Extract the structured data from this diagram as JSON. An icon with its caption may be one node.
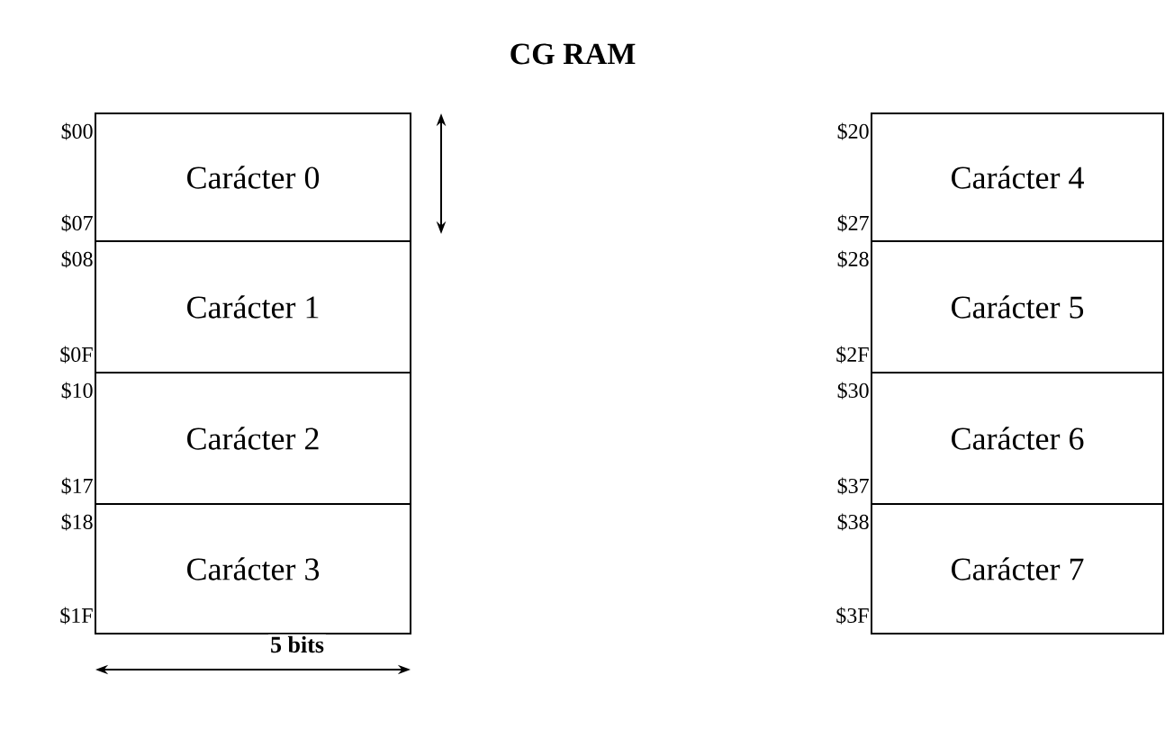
{
  "diagram": {
    "title": "CG RAM",
    "nodes": [
      {
        "text": [
          "Carácter 0"
        ],
        "beside": [
          "$00",
          "$07"
        ]
      },
      {
        "text": [
          "Carácter 1"
        ],
        "beside": [
          "$08",
          "$0F"
        ]
      },
      {
        "text": [
          "Carácter 2"
        ],
        "beside": [
          "$10",
          "$17"
        ]
      },
      {
        "text": [
          "Carácter 3"
        ],
        "beside": [
          "$18",
          "$1F"
        ]
      },
      {
        "text": [
          "Carácter 4"
        ],
        "beside": [
          "$20",
          "$27"
        ]
      },
      {
        "text": [
          "Carácter 5"
        ],
        "beside": [
          "$28",
          "$2F"
        ]
      },
      {
        "text": [
          "Carácter 6"
        ],
        "beside": [
          "$30",
          "$37"
        ]
      },
      {
        "text": [
          "Carácter 7"
        ],
        "beside": [
          "$38",
          "$3F"
        ]
      }
    ],
    "labels": [
      "5 bits"
    ]
  }
}
